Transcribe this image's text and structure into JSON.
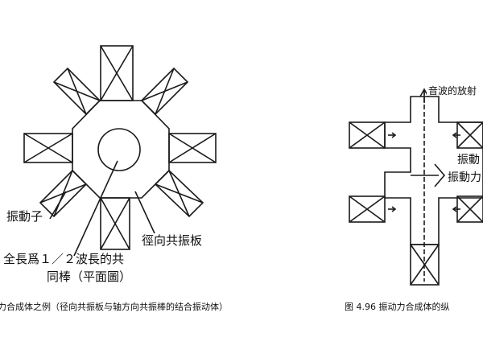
{
  "figure_left": {
    "labels": {
      "vibrator": "振動子",
      "half_wave": "全長爲１／２波長的共",
      "half_wave_2": "同棒（平面圖）",
      "radial_plate": "徑向共振板"
    },
    "caption": "动力合成体之例（径向共振板与轴方向共振棒的结合振动体）"
  },
  "figure_right": {
    "labels": {
      "sound_radiation": "音波的放射",
      "vib1": "振動",
      "vib2": "振動力"
    },
    "caption": "图 4.96   振动力合成体的纵"
  },
  "colors": {
    "line": "#1a1a1a",
    "background": "#ffffff"
  }
}
